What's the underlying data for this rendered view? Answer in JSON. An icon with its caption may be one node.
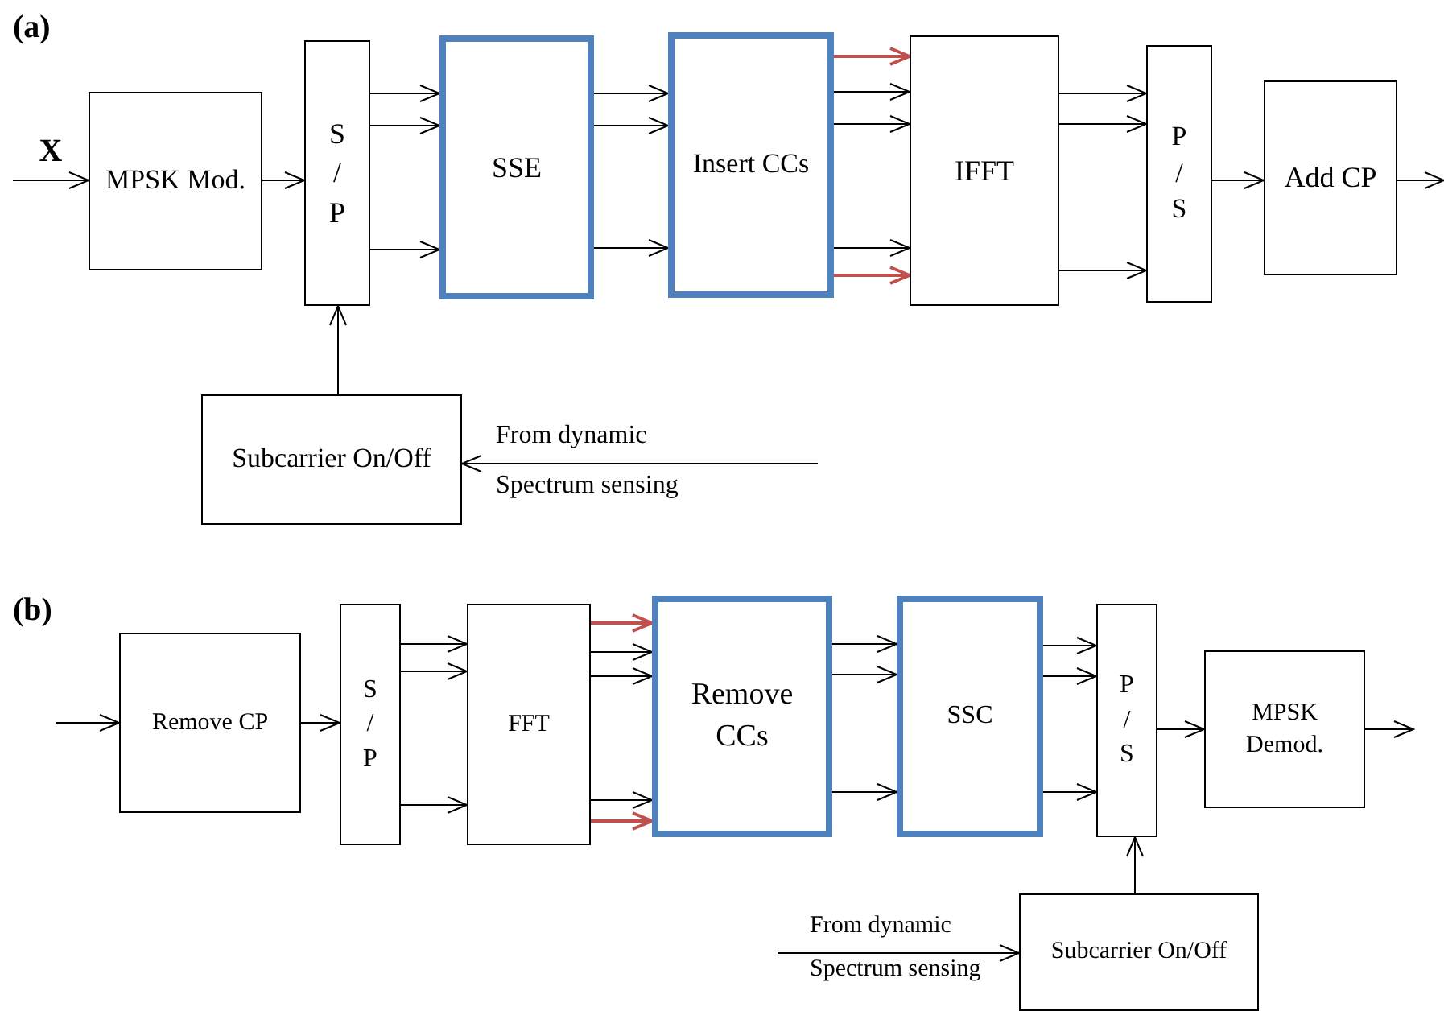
{
  "diagram": {
    "nodes": [
      {
        "text": [
          "MPSK Mod."
        ]
      },
      {
        "text": [
          "S / P"
        ]
      },
      {
        "text": [
          "SSE"
        ]
      },
      {
        "text": [
          "Insert CCs"
        ]
      },
      {
        "text": [
          "IFFT"
        ]
      },
      {
        "text": [
          "P / S"
        ]
      },
      {
        "text": [
          "Add CP"
        ]
      },
      {
        "text": [
          "Subcarrier On/Off"
        ]
      },
      {
        "text": [
          "Remove CP"
        ]
      },
      {
        "text": [
          "S / P"
        ]
      },
      {
        "text": [
          "FFT"
        ]
      },
      {
        "text": [
          "Remove CCs"
        ]
      },
      {
        "text": [
          "SSC"
        ]
      },
      {
        "text": [
          "P / S"
        ]
      },
      {
        "text": [
          "MPSK Demod."
        ]
      },
      {
        "text": [
          "Subcarrier On/Off"
        ]
      }
    ],
    "edges": [
      {
        "from": null,
        "to": 0,
        "arrow": "to",
        "label": "X"
      },
      {
        "from": 0,
        "to": 1,
        "arrow": "to"
      },
      {
        "from": 1,
        "to": 2,
        "arrow": "to"
      },
      {
        "from": 1,
        "to": 2,
        "arrow": "to"
      },
      {
        "from": 1,
        "to": 2,
        "arrow": "to"
      },
      {
        "from": 2,
        "to": 3,
        "arrow": "to"
      },
      {
        "from": 2,
        "to": 3,
        "arrow": "to"
      },
      {
        "from": 2,
        "to": 3,
        "arrow": "to"
      },
      {
        "from": 3,
        "to": 4,
        "arrow": "to",
        "color": "#c0504d"
      },
      {
        "from": 3,
        "to": 4,
        "arrow": "to"
      },
      {
        "from": 3,
        "to": 4,
        "arrow": "to"
      },
      {
        "from": 3,
        "to": 4,
        "arrow": "to"
      },
      {
        "from": 3,
        "to": 4,
        "arrow": "to",
        "color": "#c0504d"
      },
      {
        "from": 4,
        "to": 5,
        "arrow": "to"
      },
      {
        "from": 4,
        "to": 5,
        "arrow": "to"
      },
      {
        "from": 4,
        "to": 5,
        "arrow": "to"
      },
      {
        "from": 5,
        "to": 6,
        "arrow": "to"
      },
      {
        "from": 6,
        "to": null,
        "arrow": "to"
      },
      {
        "from": 7,
        "to": 1,
        "arrow": "to"
      },
      {
        "from": null,
        "to": 7,
        "arrow": "to"
      },
      {
        "from": null,
        "to": 8,
        "arrow": "to"
      },
      {
        "from": 8,
        "to": 9,
        "arrow": "to"
      },
      {
        "from": 9,
        "to": 10,
        "arrow": "to"
      },
      {
        "from": 9,
        "to": 10,
        "arrow": "to"
      },
      {
        "from": 9,
        "to": 10,
        "arrow": "to"
      },
      {
        "from": 10,
        "to": 11,
        "arrow": "to",
        "color": "#c0504d"
      },
      {
        "from": 10,
        "to": 11,
        "arrow": "to"
      },
      {
        "from": 10,
        "to": 11,
        "arrow": "to"
      },
      {
        "from": 10,
        "to": 11,
        "arrow": "to"
      },
      {
        "from": 10,
        "to": 11,
        "arrow": "to",
        "color": "#c0504d"
      },
      {
        "from": 11,
        "to": 12,
        "arrow": "to"
      },
      {
        "from": 11,
        "to": 12,
        "arrow": "to"
      },
      {
        "from": 11,
        "to": 12,
        "arrow": "to"
      },
      {
        "from": 12,
        "to": 13,
        "arrow": "to"
      },
      {
        "from": 12,
        "to": 13,
        "arrow": "to"
      },
      {
        "from": 12,
        "to": 13,
        "arrow": "to"
      },
      {
        "from": 13,
        "to": 14,
        "arrow": "to"
      },
      {
        "from": 14,
        "to": null,
        "arrow": "to"
      },
      {
        "from": 15,
        "to": 13,
        "arrow": "to"
      },
      {
        "from": null,
        "to": 15,
        "arrow": "to"
      }
    ],
    "labels": [
      "(a)",
      "From dynamic",
      "Spectrum sensing",
      "(b)",
      "From dynamic",
      "Spectrum sensing"
    ]
  }
}
